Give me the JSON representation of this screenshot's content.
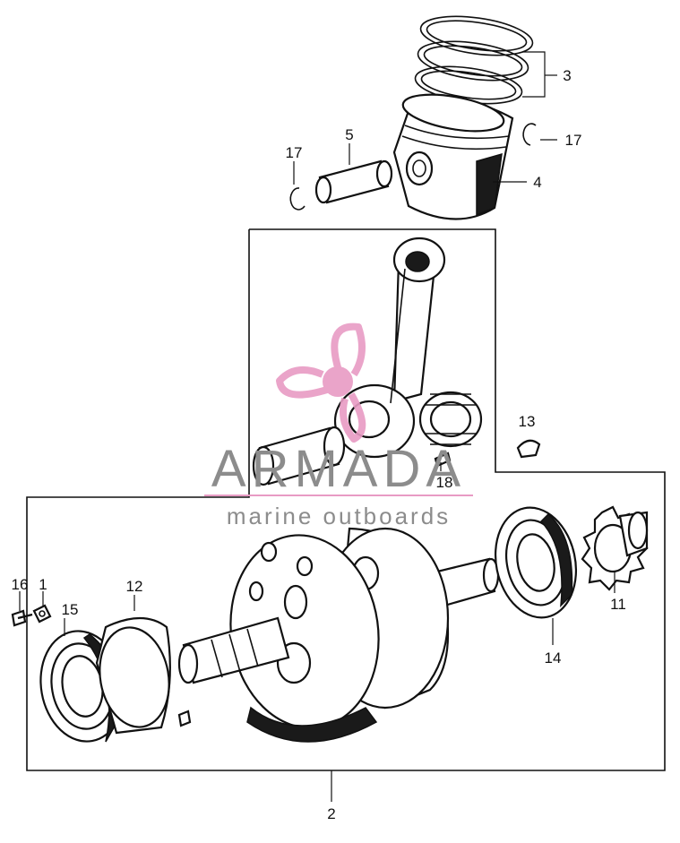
{
  "diagram": {
    "callouts": {
      "c1": "1",
      "c2": "2",
      "c3": "3",
      "c4": "4",
      "c5": "5",
      "c11": "11",
      "c12": "12",
      "c13": "13",
      "c14": "14",
      "c15": "15",
      "c16": "16",
      "c17a": "17",
      "c17b": "17",
      "c18": "18"
    }
  },
  "watermark": {
    "brand": "ARMADA",
    "tagline": "marine outboards",
    "logo_icon": "propeller-icon",
    "logo_color": "#e89bc4",
    "text_color": "#8c8c8c"
  }
}
